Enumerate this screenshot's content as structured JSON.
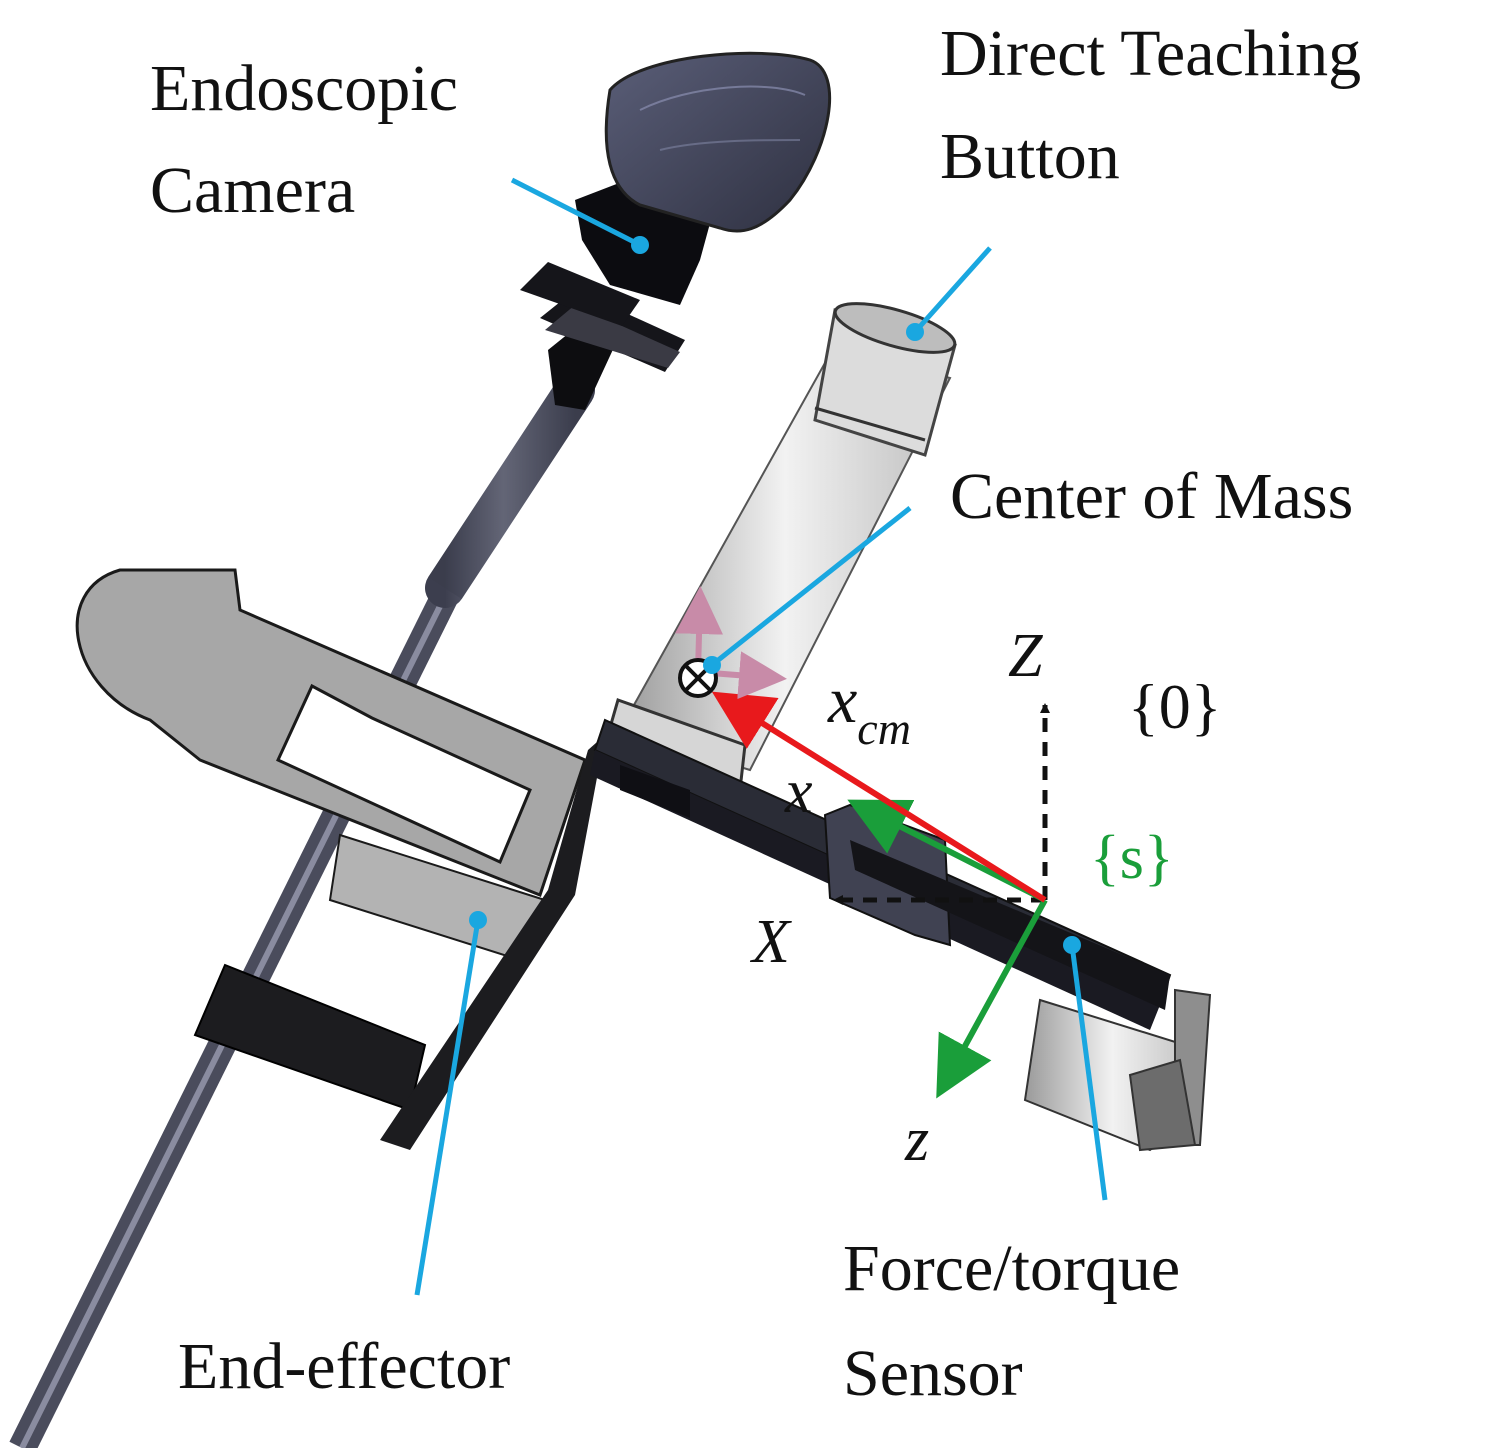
{
  "labels": {
    "endoscopic_camera": [
      "Endoscopic",
      "Camera"
    ],
    "direct_teaching_button": [
      "Direct Teaching",
      "Button"
    ],
    "center_of_mass": "Center of Mass",
    "end_effector": "End-effector",
    "force_torque_sensor": [
      "Force/torque",
      "Sensor"
    ]
  },
  "frames": {
    "base_frame": "{0}",
    "sensor_frame": "{s}",
    "base_z": "Z",
    "base_x": "X",
    "sensor_x": "x",
    "sensor_z": "z",
    "com_vector": "x",
    "com_vector_subscript": "cm"
  },
  "colors": {
    "leader_line": "#1aa7e0",
    "sensor_frame": "#1a9e3a",
    "com_vector": "#e8191c",
    "text": "#111111",
    "camera_shaft": "#5a5c6e",
    "gripper_gray": "#a7a7a7",
    "dark_part": "#222226"
  },
  "icons": [
    "center-of-mass-symbol",
    "com-axes-triad"
  ]
}
